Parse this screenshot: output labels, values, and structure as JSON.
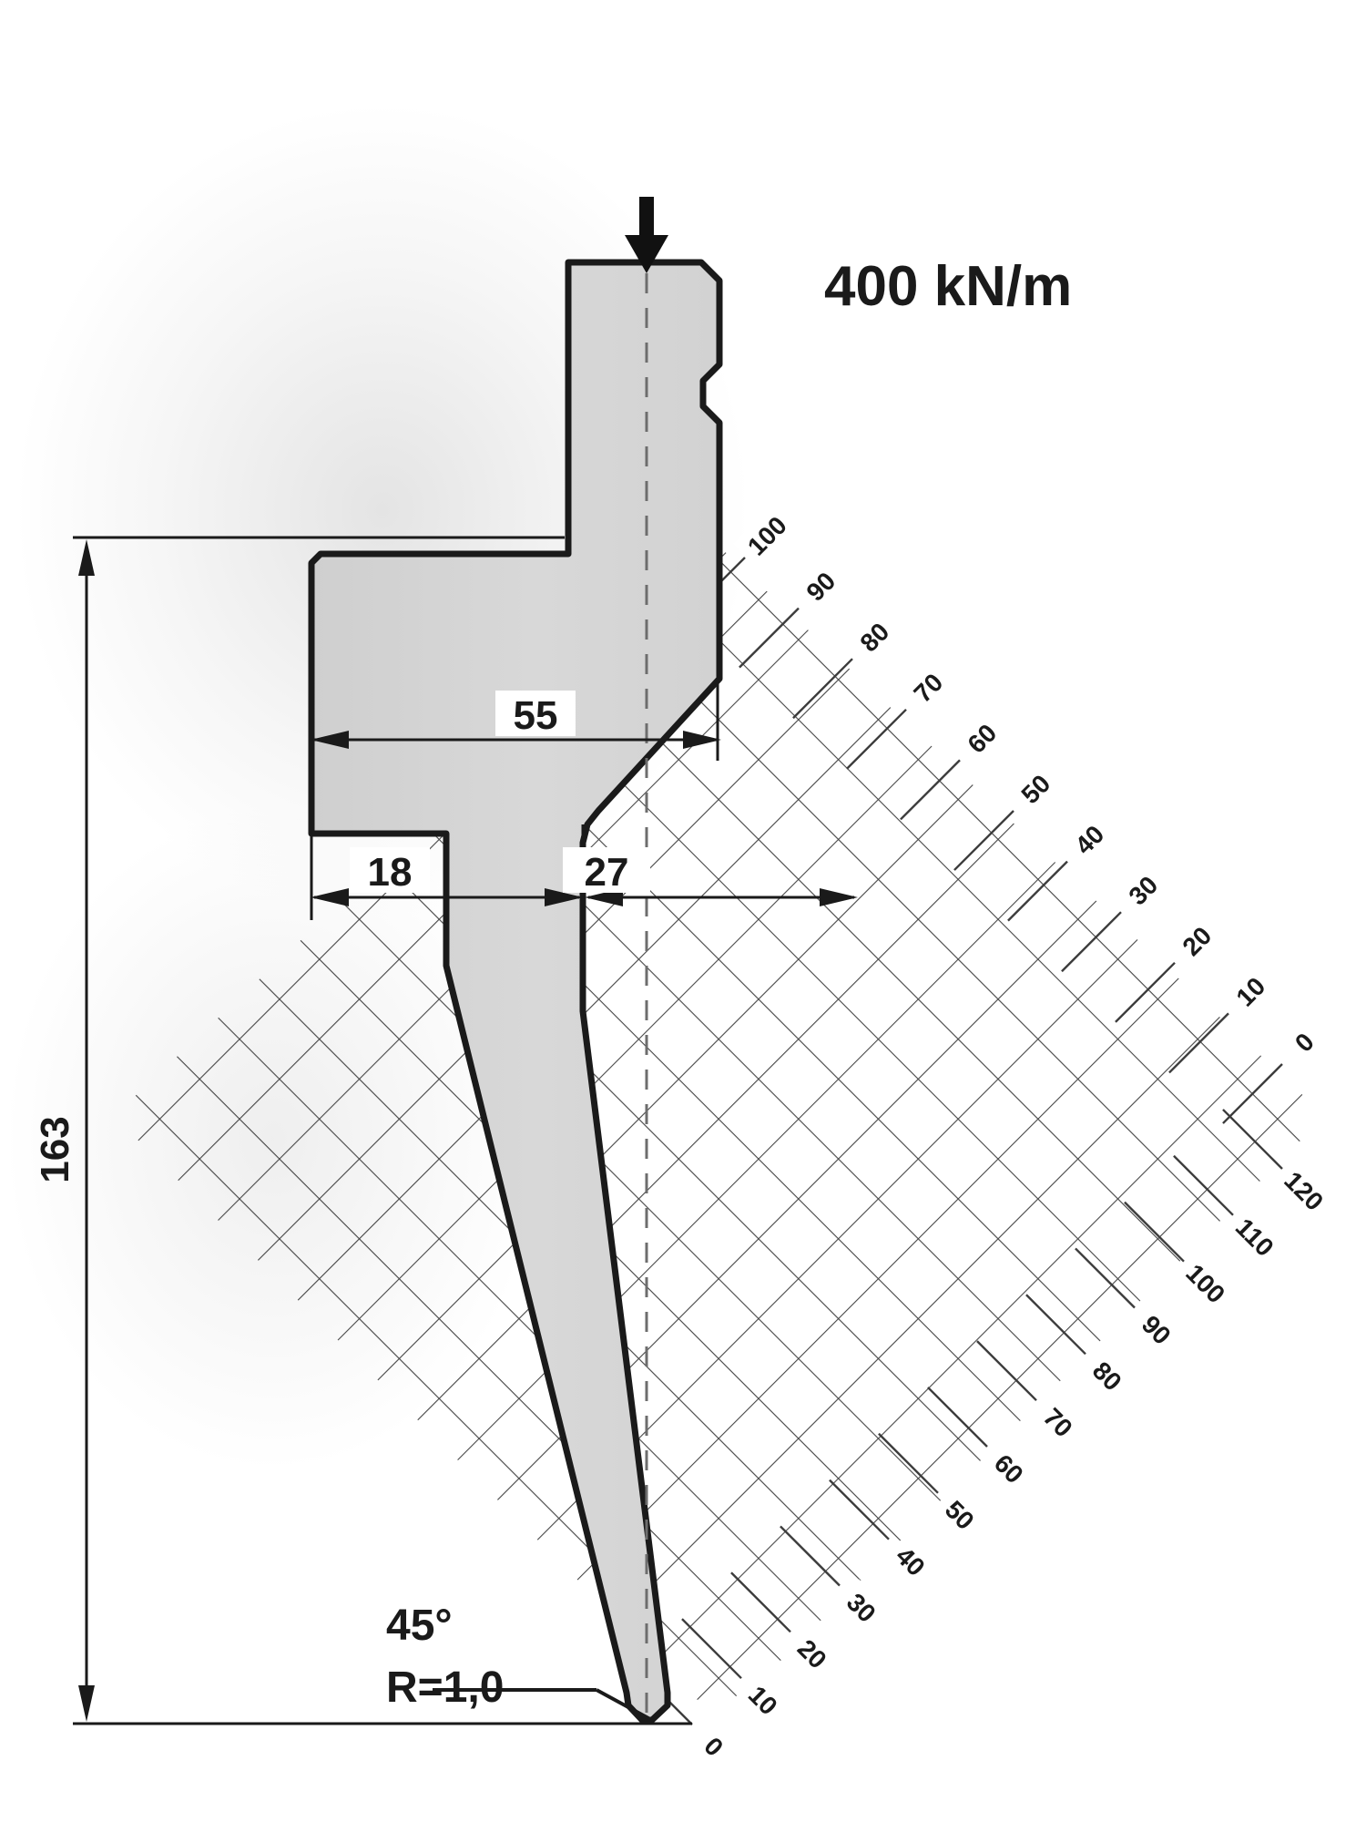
{
  "drawing": {
    "kind": "press-brake-punch-tool-technical-drawing",
    "force_label": "400 kN/m",
    "dimensions": {
      "height": "163",
      "top_width": "55",
      "left_offset": "18",
      "right_offset": "27"
    },
    "tip": {
      "angle": "45°",
      "radius": "R=1,0"
    },
    "scale_upper": {
      "position": "upper-right diagonal ruler",
      "labels": [
        "100",
        "90",
        "80",
        "70",
        "60",
        "50",
        "40",
        "30",
        "20",
        "10",
        "0"
      ]
    },
    "scale_lower": {
      "position": "lower-right diagonal ruler",
      "labels": [
        "120",
        "110",
        "100",
        "90",
        "80",
        "70",
        "60",
        "50",
        "40",
        "30",
        "20",
        "10",
        "0"
      ]
    },
    "colors": {
      "outline": "#1a1a1a",
      "body_fill": "#d5d5d5",
      "grid": "#3c3c3c",
      "background": "#ffffff"
    }
  }
}
